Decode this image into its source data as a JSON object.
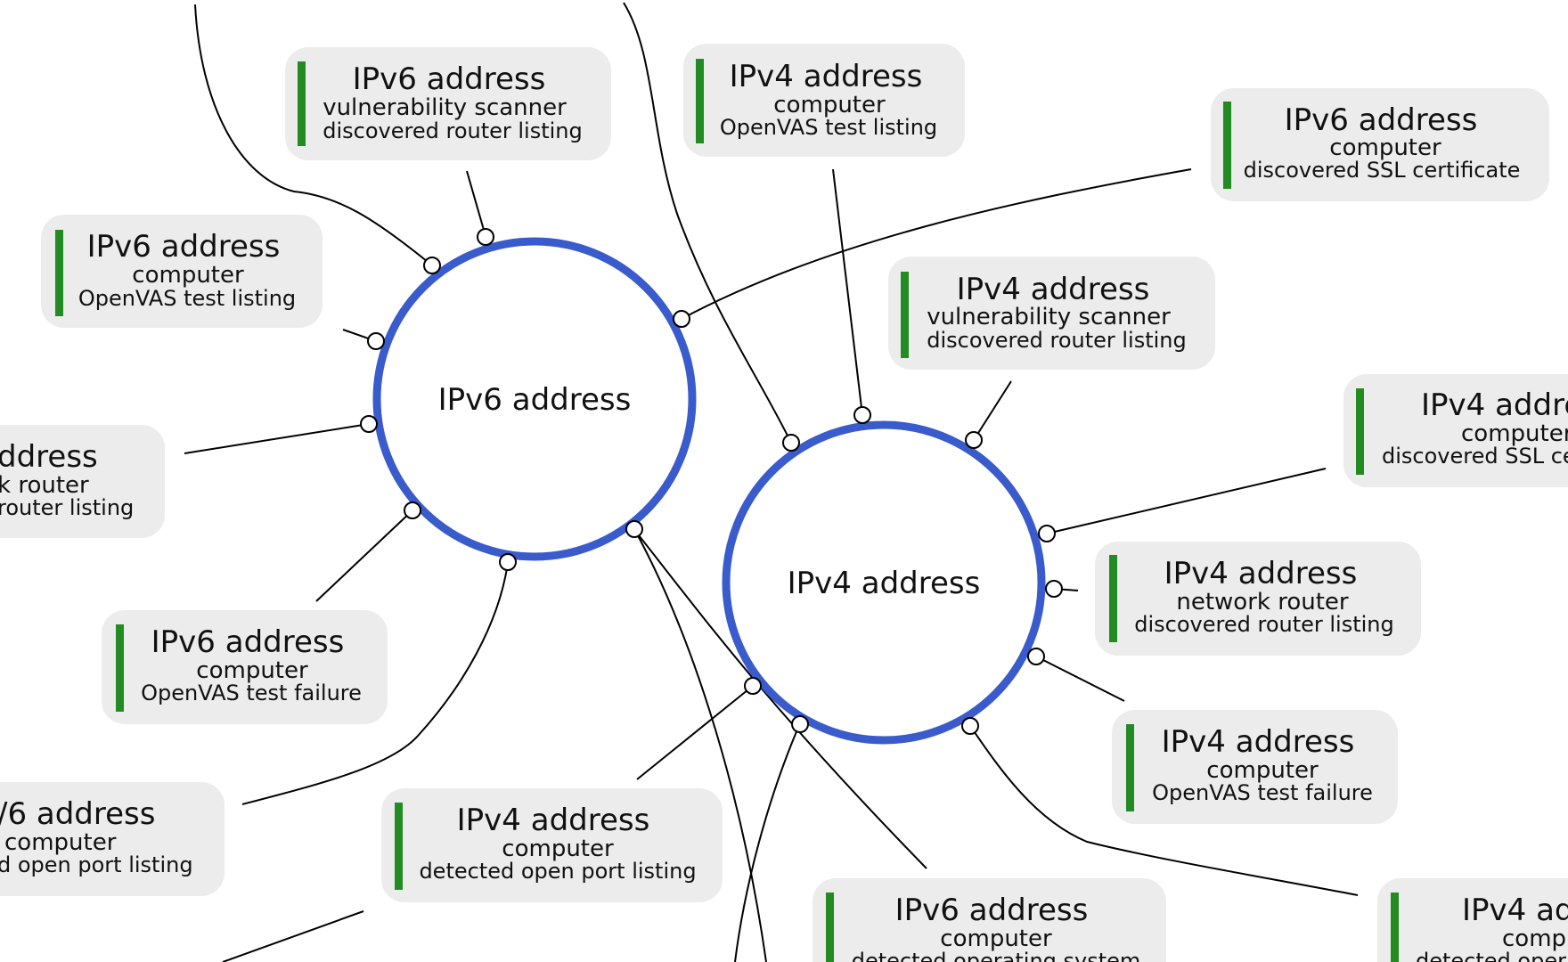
{
  "hubs": [
    {
      "id": "hub-ipv6",
      "label": "IPv6 address"
    },
    {
      "id": "hub-ipv4",
      "label": "IPv4 address"
    }
  ],
  "cards": [
    {
      "title": "IPv6 address",
      "line1": "vulnerability scanner",
      "line2": "discovered router listing"
    },
    {
      "title": "IPv4 address",
      "line1": "computer",
      "line2": "OpenVAS test listing"
    },
    {
      "title": "IPv6 address",
      "line1": "computer",
      "line2": "discovered SSL certificate"
    },
    {
      "title": "IPv6 address",
      "line1": "computer",
      "line2": "OpenVAS test listing"
    },
    {
      "title": "IPv4 address",
      "line1": "vulnerability scanner",
      "line2": "discovered router listing"
    },
    {
      "title": "ddress",
      "line1": "k router",
      "line2": "router listing"
    },
    {
      "title": "IPv4 addre",
      "line1": "computer",
      "line2": "discovered SSL ce"
    },
    {
      "title": "IPv4 address",
      "line1": "network router",
      "line2": "discovered router listing"
    },
    {
      "title": "IPv6 address",
      "line1": "computer",
      "line2": "OpenVAS test failure"
    },
    {
      "title": "IPv4 address",
      "line1": "computer",
      "line2": "OpenVAS test failure"
    },
    {
      "title": "/6 address",
      "line1": "computer",
      "line2": "d open port listing"
    },
    {
      "title": "IPv4 address",
      "line1": "computer",
      "line2": "detected open port listing"
    },
    {
      "title": "IPv6 address",
      "line1": "computer",
      "line2": "detected operating system"
    },
    {
      "title": "IPv4 ad",
      "line1": "comp",
      "line2": "detected opera"
    }
  ],
  "colors": {
    "hub_ring": "#3a5bcc",
    "card_bar": "#228b22",
    "card_bg": "#ececec"
  }
}
